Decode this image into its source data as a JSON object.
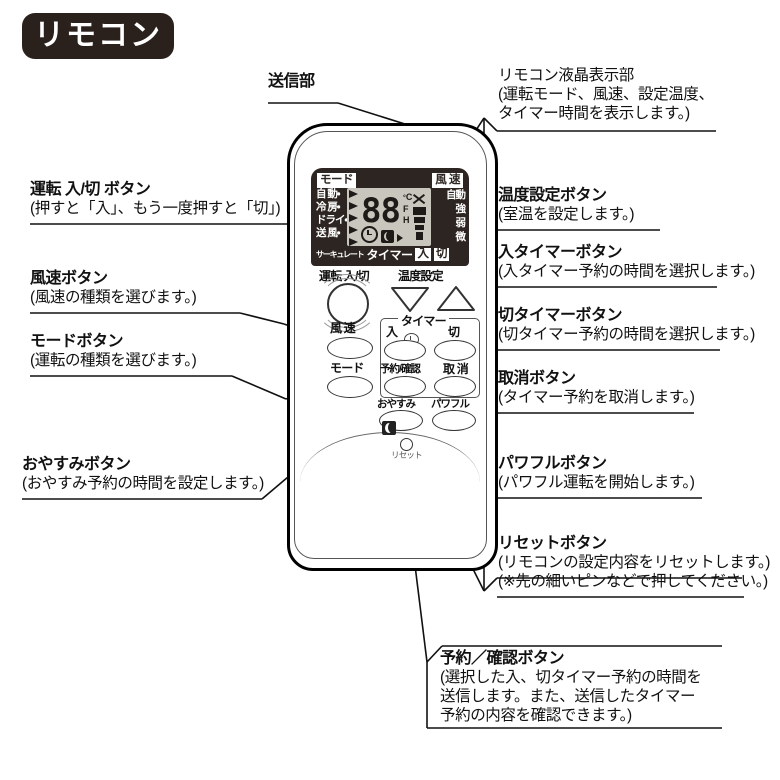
{
  "title": {
    "badge": "リモコン"
  },
  "remote": {
    "lcd": {
      "mode_chip": "モード",
      "fan_chip": "風 速",
      "modes": [
        "自 動・",
        "冷 房・",
        "ドライ・",
        "送 風・"
      ],
      "fan_levels": [
        "自動",
        "強",
        "弱",
        "微"
      ],
      "digits": "88",
      "unit_deg": "°",
      "unit_c": "C",
      "unit_f": "F",
      "unit_h": "H",
      "circulate": "サーキュレート",
      "timer": "タイマー",
      "timer_on": "入",
      "timer_off": "切"
    },
    "buttons": {
      "power": "運転 入/切",
      "temp": "温度設定",
      "fan_speed": "風 速",
      "mode": "モード",
      "timer_group": "タイマー",
      "timer_on": "入",
      "timer_off": "切",
      "reserve_confirm": "予約/確認",
      "cancel": "取 消",
      "sleep": "おやすみ",
      "powerful": "パワフル",
      "reset": "リセット"
    }
  },
  "annotations": {
    "transmitter": {
      "lines": [
        "送信部"
      ]
    },
    "lcd_display": {
      "lines": [
        "リモコン液晶表示部",
        "(運転モード、風速、設定温度、)",
        "タイマー時間を表示します。"
      ],
      "line1": "リモコン液晶表示部",
      "line2": "運転モード、風速、設定温度、",
      "line3": "タイマー時間を表示します。"
    },
    "power_button": {
      "line1": "運転 入/切 ボタン",
      "line2": "(押すと「入」、もう一度押すと「切」)"
    },
    "fan_button": {
      "line1": "風速ボタン",
      "line2": "(風速の種類を選びます。)"
    },
    "mode_button": {
      "line1": "モードボタン",
      "line2": "(運転の種類を選びます。)"
    },
    "sleep_button": {
      "line1": "おやすみボタン",
      "line2": "(おやすみ予約の時間を設定します。)"
    },
    "temp_button": {
      "line1": "温度設定ボタン",
      "line2": "(室温を設定します。)"
    },
    "timer_on_button": {
      "line1": "入タイマーボタン",
      "line2": "(入タイマー予約の時間を選択します。)"
    },
    "timer_off_button": {
      "line1": "切タイマーボタン",
      "line2": "(切タイマー予約の時間を選択します。)"
    },
    "cancel_button": {
      "line1": "取消ボタン",
      "line2": "(タイマー予約を取消します。)"
    },
    "powerful_button": {
      "line1": "パワフルボタン",
      "line2": "(パワフル運転を開始します。)"
    },
    "reset_button": {
      "line1": "リセットボタン",
      "line2": "(リモコンの設定内容をリセットします。)",
      "line3": "(※先の細いピンなどで押してください。)"
    },
    "reserve_button": {
      "line1": "予約／確認ボタン",
      "line2": "選択した入、切タイマー予約の時間を",
      "line3": "送信します。また、送信したタイマー",
      "line4": "予約の内容を確認できます。"
    }
  },
  "colors": {
    "badge_bg": "#2b211c",
    "lcd_bg": "#2d2521",
    "lcd_screen": "#c9c6bd",
    "line": "#111111"
  }
}
